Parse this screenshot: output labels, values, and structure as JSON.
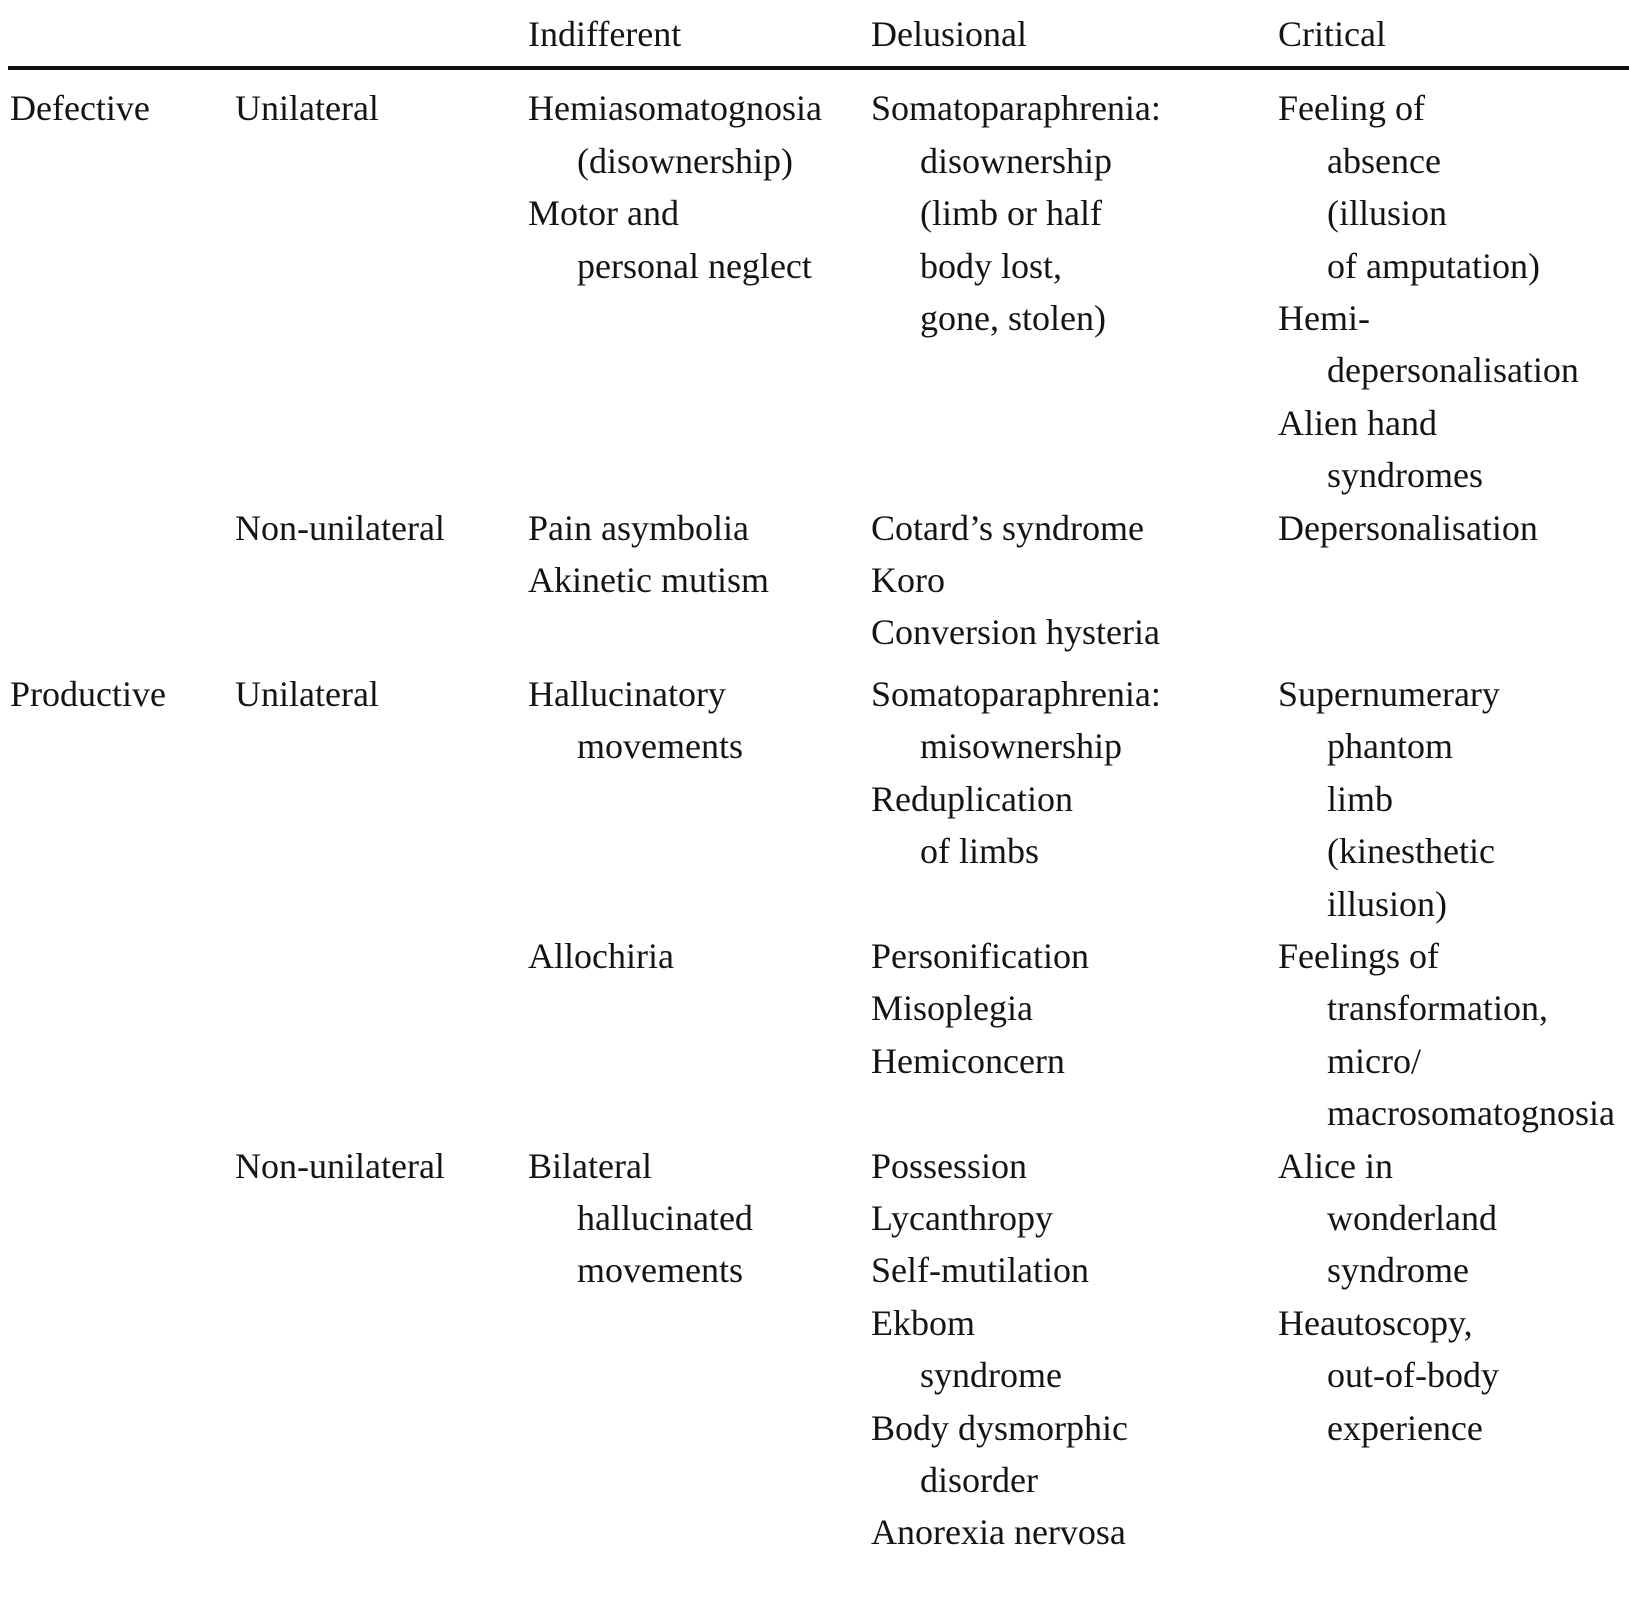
{
  "table": {
    "header": {
      "indifferent": "Indifferent",
      "delusional": "Delusional",
      "critical": "Critical"
    },
    "rows": [
      {
        "label": "Defective",
        "laterality": "Unilateral",
        "extra_gap": false,
        "indifferent": [
          [
            "Hemiasomatognosia",
            "(disownership)"
          ],
          [
            "Motor and",
            "personal neglect"
          ]
        ],
        "delusional": [
          [
            "Somatoparaphrenia:",
            "disownership",
            "(limb or half",
            "body lost,",
            "gone, stolen)"
          ]
        ],
        "critical": [
          [
            "Feeling of",
            "absence",
            "(illusion",
            "of amputation)"
          ],
          [
            "Hemi-",
            "depersonalisation"
          ],
          [
            "Alien hand",
            "syndromes"
          ]
        ]
      },
      {
        "label": "",
        "laterality": "Non-unilateral",
        "extra_gap": false,
        "indifferent": [
          [
            "Pain asymbolia"
          ],
          [
            "Akinetic mutism"
          ]
        ],
        "delusional": [
          [
            "Cotard’s syndrome"
          ],
          [
            "Koro"
          ],
          [
            "Conversion hysteria"
          ]
        ],
        "critical": [
          [
            "Depersonalisation"
          ]
        ]
      },
      {
        "label": "Productive",
        "laterality": "Unilateral",
        "extra_gap": true,
        "indifferent": [
          [
            "Hallucinatory",
            "movements"
          ]
        ],
        "delusional": [
          [
            "Somatoparaphrenia:",
            "misownership"
          ],
          [
            "Reduplication",
            "of limbs"
          ]
        ],
        "critical": [
          [
            "Supernumerary",
            "phantom",
            "limb",
            "(kinesthetic",
            "illusion)"
          ]
        ]
      },
      {
        "label": "",
        "laterality": "",
        "extra_gap": false,
        "indifferent": [
          [
            "Allochiria"
          ]
        ],
        "delusional": [
          [
            "Personification"
          ],
          [
            "Misoplegia"
          ],
          [
            "Hemiconcern"
          ]
        ],
        "critical": [
          [
            "Feelings of",
            "transformation,",
            "micro/",
            "macrosomatognosia"
          ]
        ]
      },
      {
        "label": "",
        "laterality": "Non-unilateral",
        "extra_gap": false,
        "indifferent": [
          [
            "Bilateral",
            "hallucinated",
            "movements"
          ]
        ],
        "delusional": [
          [
            "Possession"
          ],
          [
            "Lycanthropy"
          ],
          [
            "Self-mutilation"
          ],
          [
            "Ekbom",
            "syndrome"
          ],
          [
            "Body dysmorphic",
            "disorder"
          ],
          [
            "Anorexia nervosa"
          ]
        ],
        "critical": [
          [
            "Alice in",
            "wonderland",
            "syndrome"
          ],
          [
            "Heautoscopy,",
            "out-of-body",
            "experience"
          ]
        ]
      }
    ],
    "text_color": "#141414",
    "rule_color": "#111111",
    "background_color": "#ffffff"
  }
}
